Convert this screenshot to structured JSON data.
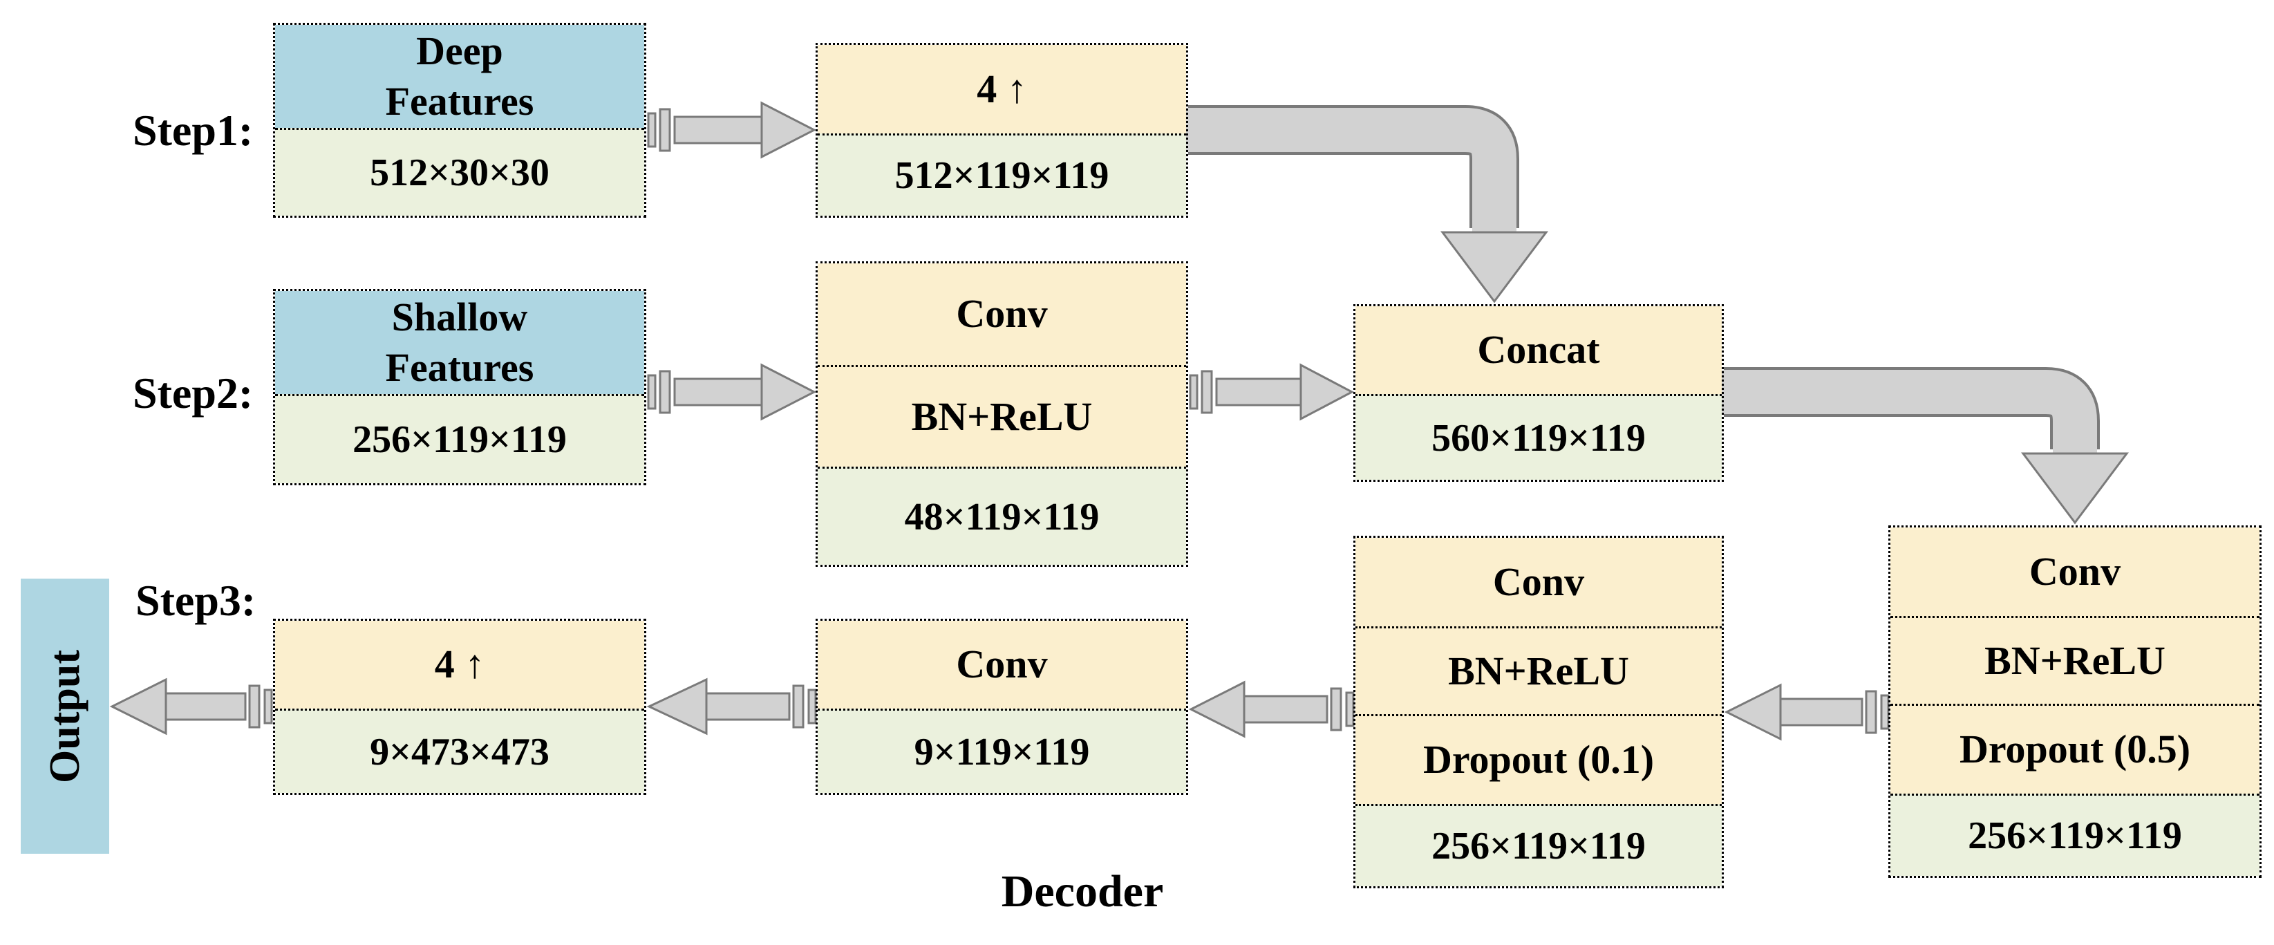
{
  "theme": {
    "blue": "#aed6e2",
    "yellow": "#fbefce",
    "green": "#ebf1dd",
    "gray": "#d2d2d2",
    "grayline": "#7a7a7a",
    "border": "#000000",
    "text": "#000000"
  },
  "labels": {
    "step1": "Step1:",
    "step2": "Step2:",
    "step3": "Step3:",
    "output": "Output",
    "decoder": "Decoder"
  },
  "boxes": {
    "deep_features": {
      "line1": "Deep",
      "line2": "Features",
      "dim": "512×30×30"
    },
    "upsample_step1": {
      "title": "4 ↑",
      "dim": "512×119×119"
    },
    "shallow_features": {
      "line1": "Shallow",
      "line2": "Features",
      "dim": "256×119×119"
    },
    "conv_bn": {
      "row1": "Conv",
      "row2": "BN+ReLU",
      "dim": "48×119×119"
    },
    "concat": {
      "title": "Concat",
      "dim": "560×119×119"
    },
    "conv_dropout_05": {
      "row1": "Conv",
      "row2": "BN+ReLU",
      "row3": "Dropout (0.5)",
      "dim": "256×119×119"
    },
    "conv_dropout_01": {
      "row1": "Conv",
      "row2": "BN+ReLU",
      "row3": "Dropout (0.1)",
      "dim": "256×119×119"
    },
    "conv_out": {
      "title": "Conv",
      "dim": "9×119×119"
    },
    "upsample_step3": {
      "title": "4 ↑",
      "dim": "9×473×473"
    }
  }
}
